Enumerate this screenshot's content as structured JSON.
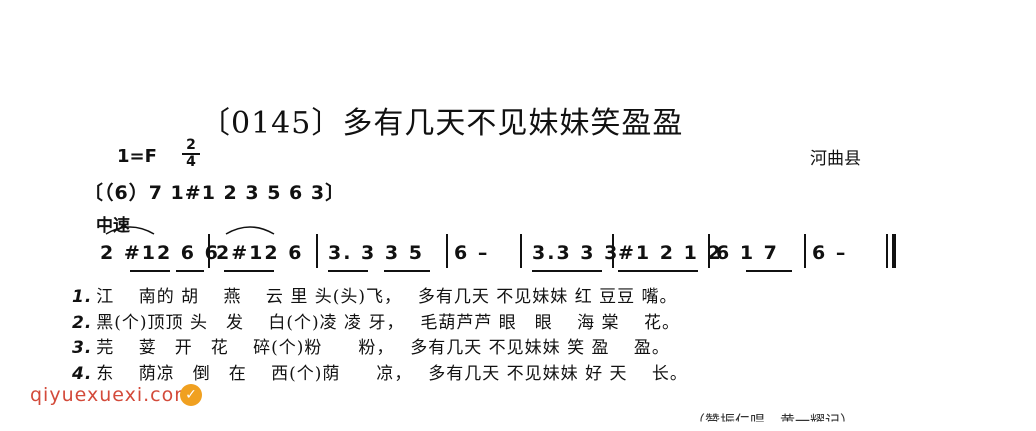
{
  "score": {
    "title": "〔0145〕多有几天不见妹妹笑盈盈",
    "key": "1=F",
    "time_top": "2",
    "time_bottom": "4",
    "region": "河曲县",
    "intro": "〔（6）7 1#1 2 3 5 6 3〕",
    "tempo": "中速",
    "measures": [
      "2 #12 6 6",
      "2#12 6",
      "3. 3  3 5",
      "6  –",
      "3.3 3 3",
      "#1 2 1 2",
      "6  1 7",
      "6  –"
    ],
    "lyrics": [
      {
        "n": "1.",
        "text": "江　 南的 胡　 燕　 云 里 头(头)飞，　 多有几天 不见妹妹 红 豆豆 嘴。"
      },
      {
        "n": "2.",
        "text": "黑(个)顶顶 头　发　 白(个)凌 凌 牙，　 毛葫芦芦 眼　眼　 海 棠　 花。"
      },
      {
        "n": "3.",
        "text": "芫　 荽　开　花　 碎(个)粉　　粉，　 多有几天 不见妹妹 笑 盈　 盈。"
      },
      {
        "n": "4.",
        "text": "东　 荫凉　倒　在　 西(个)荫　　凉，　 多有几天 不见妹妹 好 天　 长。"
      }
    ],
    "credit": "（赞振仁唱　黄一耀记）"
  },
  "watermark": {
    "site": "qiyuexuexi.com",
    "icon": "checkmark-icon"
  }
}
